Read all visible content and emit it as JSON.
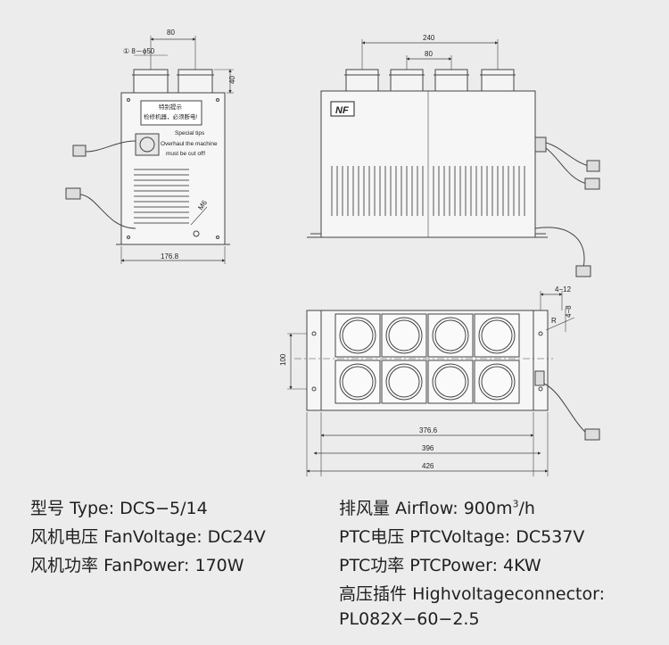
{
  "views": {
    "side": {
      "dim_top": "80",
      "dim_port": "① 8－ϕ50",
      "dim_right": "40",
      "dim_bottom": "176.8",
      "label_cn_1": "特别提示",
      "label_cn_2": "检修机器，必须断电!",
      "label_en_1": "Special tips",
      "label_en_2": "Overhaul the machine",
      "label_en_3": "must be cut off!",
      "bolt": "M6"
    },
    "front": {
      "dim_outer": "240",
      "dim_inner": "80",
      "logo": "NF"
    },
    "top": {
      "dim_height": "100",
      "dim_slot_1": "4−12",
      "dim_slot_2": "4−8",
      "dim_r": "R",
      "dim_376": "376.6",
      "dim_396": "396",
      "dim_426": "426"
    }
  },
  "specs": {
    "type_cn": "型号",
    "type_en": "Type:",
    "type_val": "DCS−5/14",
    "fanv_cn": "风机电压",
    "fanv_en": "FanVoltage:",
    "fanv_val": "DC24V",
    "fanp_cn": "风机功率",
    "fanp_en": "FanPower:",
    "fanp_val": "170W",
    "air_cn": "排风量",
    "air_en": "Airflow:",
    "air_val": "900m",
    "air_sup": "3",
    "air_unit": "/h",
    "ptcv_cn": "PTC电压",
    "ptcv_en": "PTCVoltage:",
    "ptcv_val": "DC537V",
    "ptcp_cn": "PTC功率",
    "ptcp_en": "PTCPower:",
    "ptcp_val": "4KW",
    "hv_cn": "高压插件",
    "hv_en": "Highvoltageconnector:",
    "hv_val": "PL082X−60−2.5"
  }
}
